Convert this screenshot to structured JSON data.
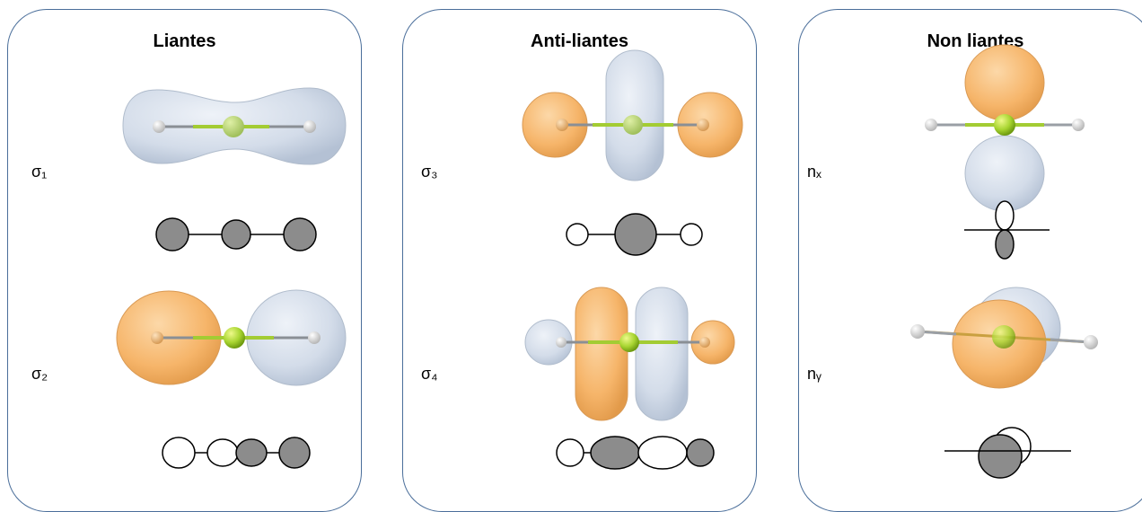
{
  "panels": [
    {
      "title": "Liantes",
      "labels": [
        "σ₁",
        "σ₂"
      ]
    },
    {
      "title": "Anti-liantes",
      "labels": [
        "σ₃",
        "σ₄"
      ]
    },
    {
      "title": "Non liantes",
      "labels": [
        "nₓ",
        "nᵧ"
      ]
    }
  ],
  "colors": {
    "border": "#4a6e9a",
    "lobe_orange": "#f6b56a",
    "lobe_blue": "#d3dce9",
    "bond_green": "#a3cc33",
    "central_atom": "#a3d83a",
    "hydrogen": "#e8e8e8",
    "filled_lobe": "#8c8c8c"
  }
}
